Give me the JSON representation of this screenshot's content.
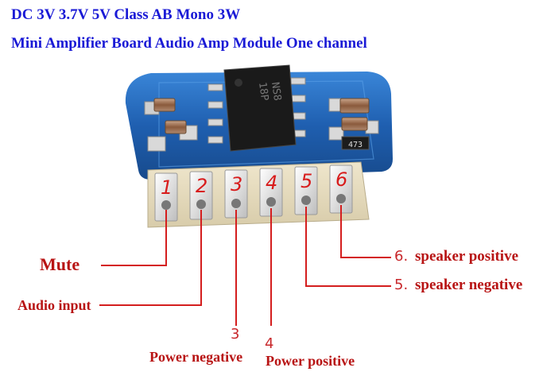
{
  "title": {
    "line1": "DC 3V 3.7V 5V Class AB Mono 3W",
    "line2": "Mini Amplifier Board Audio Amp Module One channel"
  },
  "chip_marking": [
    "NS8",
    "18P"
  ],
  "small_marking": "473",
  "pin_numbers": [
    "1",
    "2",
    "3",
    "4",
    "5",
    "6"
  ],
  "labels": {
    "mute": "Mute",
    "audio_input": "Audio input",
    "pin3_number": "3",
    "power_negative": "Power negative",
    "pin4_number": "4",
    "power_positive": "Power positive",
    "pin6_prefix": "6.",
    "speaker_positive": "speaker positive",
    "pin5_prefix": "5.",
    "speaker_negative": "speaker negative"
  },
  "colors": {
    "title": "#1a1ad6",
    "label": "#b81414",
    "pcb": "#1f5fb0",
    "chip": "#1a1a1a"
  }
}
